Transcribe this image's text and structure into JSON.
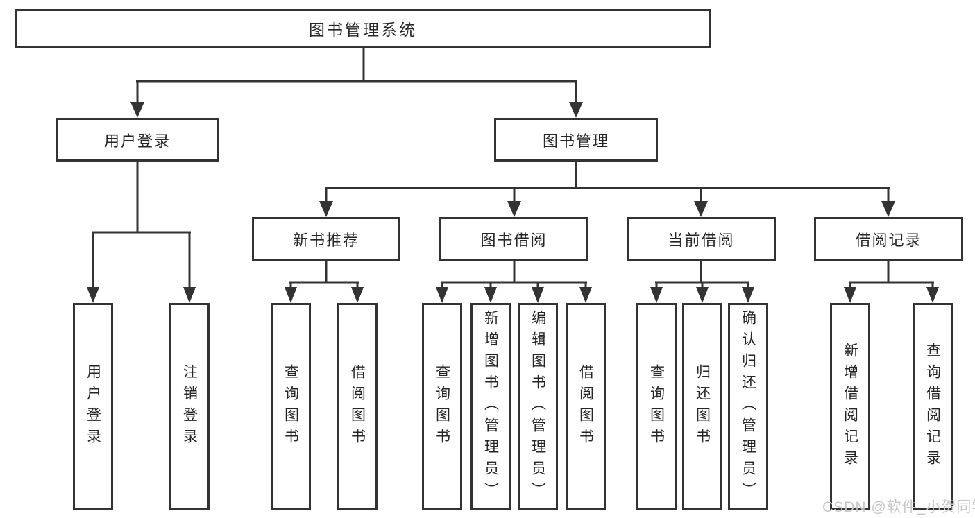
{
  "diagram": {
    "root": {
      "label": "图书管理系统"
    },
    "level2": [
      {
        "label": "用户登录"
      },
      {
        "label": "图书管理"
      }
    ],
    "level3": [
      {
        "label": "新书推荐"
      },
      {
        "label": "图书借阅"
      },
      {
        "label": "当前借阅"
      },
      {
        "label": "借阅记录"
      }
    ],
    "leaves": {
      "user_login": [
        "用户登录",
        "注销登录"
      ],
      "new_book_recommend": [
        "查询图书",
        "借阅图书"
      ],
      "book_borrow": [
        "查询图书",
        "新增图书（管理员）",
        "编辑图书（管理员）",
        "借阅图书"
      ],
      "current_borrow": [
        "查询图书",
        "归还图书",
        "确认归还（管理员）"
      ],
      "borrow_records": [
        "新增借阅记录",
        "查询借阅记录"
      ]
    },
    "watermark": "CSDN @软件_小贺同学",
    "colors": {
      "line": "#333333",
      "box_border": "#333333",
      "box_background": "#ffffff",
      "text": "#262626",
      "watermark": "#c7c7c7",
      "background": "#ffffff"
    }
  }
}
